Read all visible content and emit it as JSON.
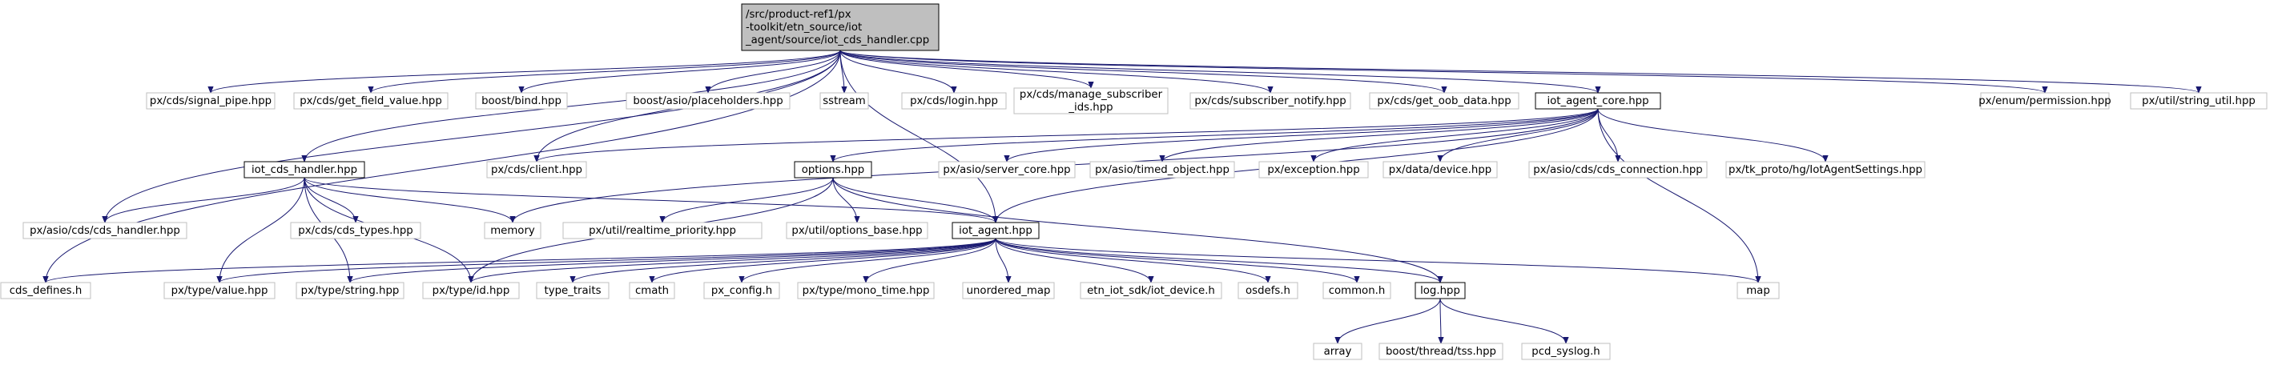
{
  "graph": {
    "nodes": [
      {
        "id": "root",
        "lines": [
          "/src/product-ref1/px",
          "-toolkit/etn_source/iot",
          "_agent/source/iot_cds_handler.cpp"
        ],
        "style": "root",
        "color": "#bfbfbf"
      },
      {
        "id": "signal_pipe",
        "lines": [
          "px/cds/signal_pipe.hpp"
        ],
        "style": "gray"
      },
      {
        "id": "get_field_value",
        "lines": [
          "px/cds/get_field_value.hpp"
        ],
        "style": "gray"
      },
      {
        "id": "boost_bind",
        "lines": [
          "boost/bind.hpp"
        ],
        "style": "gray"
      },
      {
        "id": "placeholders",
        "lines": [
          "boost/asio/placeholders.hpp"
        ],
        "style": "gray"
      },
      {
        "id": "sstream",
        "lines": [
          "sstream"
        ],
        "style": "gray"
      },
      {
        "id": "login",
        "lines": [
          "px/cds/login.hpp"
        ],
        "style": "gray"
      },
      {
        "id": "manage_sub",
        "lines": [
          "px/cds/manage_subscriber",
          "_ids.hpp"
        ],
        "style": "gray"
      },
      {
        "id": "sub_notify",
        "lines": [
          "px/cds/subscriber_notify.hpp"
        ],
        "style": "gray"
      },
      {
        "id": "get_oob",
        "lines": [
          "px/cds/get_oob_data.hpp"
        ],
        "style": "gray"
      },
      {
        "id": "iot_agent_core",
        "lines": [
          "iot_agent_core.hpp"
        ],
        "style": "black"
      },
      {
        "id": "permission",
        "lines": [
          "px/enum/permission.hpp"
        ],
        "style": "gray"
      },
      {
        "id": "string_util",
        "lines": [
          "px/util/string_util.hpp"
        ],
        "style": "gray"
      },
      {
        "id": "cds_client",
        "lines": [
          "px/cds/client.hpp"
        ],
        "style": "gray"
      },
      {
        "id": "iot_cds_handler",
        "lines": [
          "iot_cds_handler.hpp"
        ],
        "style": "black"
      },
      {
        "id": "options",
        "lines": [
          "options.hpp"
        ],
        "style": "black"
      },
      {
        "id": "server_core",
        "lines": [
          "px/asio/server_core.hpp"
        ],
        "style": "gray"
      },
      {
        "id": "timed_object",
        "lines": [
          "px/asio/timed_object.hpp"
        ],
        "style": "gray"
      },
      {
        "id": "exception",
        "lines": [
          "px/exception.hpp"
        ],
        "style": "gray"
      },
      {
        "id": "device",
        "lines": [
          "px/data/device.hpp"
        ],
        "style": "gray"
      },
      {
        "id": "cds_connection",
        "lines": [
          "px/asio/cds/cds_connection.hpp"
        ],
        "style": "gray"
      },
      {
        "id": "settings",
        "lines": [
          "px/tk_proto/hg/IotAgentSettings.hpp"
        ],
        "style": "gray"
      },
      {
        "id": "asio_cds_handler",
        "lines": [
          "px/asio/cds/cds_handler.hpp"
        ],
        "style": "gray"
      },
      {
        "id": "cds_types",
        "lines": [
          "px/cds/cds_types.hpp"
        ],
        "style": "gray"
      },
      {
        "id": "memory",
        "lines": [
          "memory"
        ],
        "style": "gray"
      },
      {
        "id": "realtime",
        "lines": [
          "px/util/realtime_priority.hpp"
        ],
        "style": "gray"
      },
      {
        "id": "options_base",
        "lines": [
          "px/util/options_base.hpp"
        ],
        "style": "gray"
      },
      {
        "id": "iot_agent",
        "lines": [
          "iot_agent.hpp"
        ],
        "style": "black"
      },
      {
        "id": "cds_defines",
        "lines": [
          "cds_defines.h"
        ],
        "style": "gray"
      },
      {
        "id": "value",
        "lines": [
          "px/type/value.hpp"
        ],
        "style": "gray"
      },
      {
        "id": "string",
        "lines": [
          "px/type/string.hpp"
        ],
        "style": "gray"
      },
      {
        "id": "type_id",
        "lines": [
          "px/type/id.hpp"
        ],
        "style": "gray"
      },
      {
        "id": "type_traits",
        "lines": [
          "type_traits"
        ],
        "style": "gray"
      },
      {
        "id": "cmath",
        "lines": [
          "cmath"
        ],
        "style": "gray"
      },
      {
        "id": "px_config",
        "lines": [
          "px_config.h"
        ],
        "style": "gray"
      },
      {
        "id": "mono_time",
        "lines": [
          "px/type/mono_time.hpp"
        ],
        "style": "gray"
      },
      {
        "id": "unordered_map",
        "lines": [
          "unordered_map"
        ],
        "style": "gray"
      },
      {
        "id": "iot_device",
        "lines": [
          "etn_iot_sdk/iot_device.h"
        ],
        "style": "gray"
      },
      {
        "id": "osdefs",
        "lines": [
          "osdefs.h"
        ],
        "style": "gray"
      },
      {
        "id": "common",
        "lines": [
          "common.h"
        ],
        "style": "gray"
      },
      {
        "id": "log",
        "lines": [
          "log.hpp"
        ],
        "style": "black"
      },
      {
        "id": "map",
        "lines": [
          "map"
        ],
        "style": "gray"
      },
      {
        "id": "array",
        "lines": [
          "array"
        ],
        "style": "gray"
      },
      {
        "id": "tss",
        "lines": [
          "boost/thread/tss.hpp"
        ],
        "style": "gray"
      },
      {
        "id": "pcd_syslog",
        "lines": [
          "pcd_syslog.h"
        ],
        "style": "gray"
      }
    ],
    "edges": [
      [
        "root",
        "signal_pipe"
      ],
      [
        "root",
        "get_field_value"
      ],
      [
        "root",
        "boost_bind"
      ],
      [
        "root",
        "placeholders"
      ],
      [
        "root",
        "sstream"
      ],
      [
        "root",
        "login"
      ],
      [
        "root",
        "manage_sub"
      ],
      [
        "root",
        "sub_notify"
      ],
      [
        "root",
        "get_oob"
      ],
      [
        "root",
        "iot_agent_core"
      ],
      [
        "root",
        "permission"
      ],
      [
        "root",
        "string_util"
      ],
      [
        "root",
        "cds_client"
      ],
      [
        "root",
        "iot_cds_handler"
      ],
      [
        "root",
        "asio_cds_handler"
      ],
      [
        "root",
        "cds_defines"
      ],
      [
        "root",
        "iot_agent"
      ],
      [
        "iot_agent_core",
        "cds_client"
      ],
      [
        "iot_agent_core",
        "options"
      ],
      [
        "iot_agent_core",
        "server_core"
      ],
      [
        "iot_agent_core",
        "timed_object"
      ],
      [
        "iot_agent_core",
        "exception"
      ],
      [
        "iot_agent_core",
        "device"
      ],
      [
        "iot_agent_core",
        "cds_connection"
      ],
      [
        "iot_agent_core",
        "settings"
      ],
      [
        "iot_agent_core",
        "memory"
      ],
      [
        "iot_agent_core",
        "iot_agent"
      ],
      [
        "iot_agent_core",
        "map"
      ],
      [
        "iot_cds_handler",
        "asio_cds_handler"
      ],
      [
        "iot_cds_handler",
        "cds_types"
      ],
      [
        "iot_cds_handler",
        "memory"
      ],
      [
        "iot_cds_handler",
        "iot_agent"
      ],
      [
        "iot_cds_handler",
        "value"
      ],
      [
        "iot_cds_handler",
        "string"
      ],
      [
        "iot_cds_handler",
        "type_id"
      ],
      [
        "options",
        "realtime"
      ],
      [
        "options",
        "options_base"
      ],
      [
        "options",
        "iot_agent"
      ],
      [
        "options",
        "type_id"
      ],
      [
        "options",
        "log"
      ],
      [
        "iot_agent",
        "cds_defines"
      ],
      [
        "iot_agent",
        "value"
      ],
      [
        "iot_agent",
        "string"
      ],
      [
        "iot_agent",
        "type_id"
      ],
      [
        "iot_agent",
        "type_traits"
      ],
      [
        "iot_agent",
        "cmath"
      ],
      [
        "iot_agent",
        "px_config"
      ],
      [
        "iot_agent",
        "mono_time"
      ],
      [
        "iot_agent",
        "unordered_map"
      ],
      [
        "iot_agent",
        "iot_device"
      ],
      [
        "iot_agent",
        "osdefs"
      ],
      [
        "iot_agent",
        "common"
      ],
      [
        "iot_agent",
        "log"
      ],
      [
        "iot_agent",
        "map"
      ],
      [
        "log",
        "array"
      ],
      [
        "log",
        "tss"
      ],
      [
        "log",
        "pcd_syslog"
      ]
    ]
  },
  "colors": {
    "edge": "#191970",
    "gray_border": "#bfbfbf",
    "black_border": "#000000",
    "text": "#000000",
    "background": "#ffffff"
  }
}
